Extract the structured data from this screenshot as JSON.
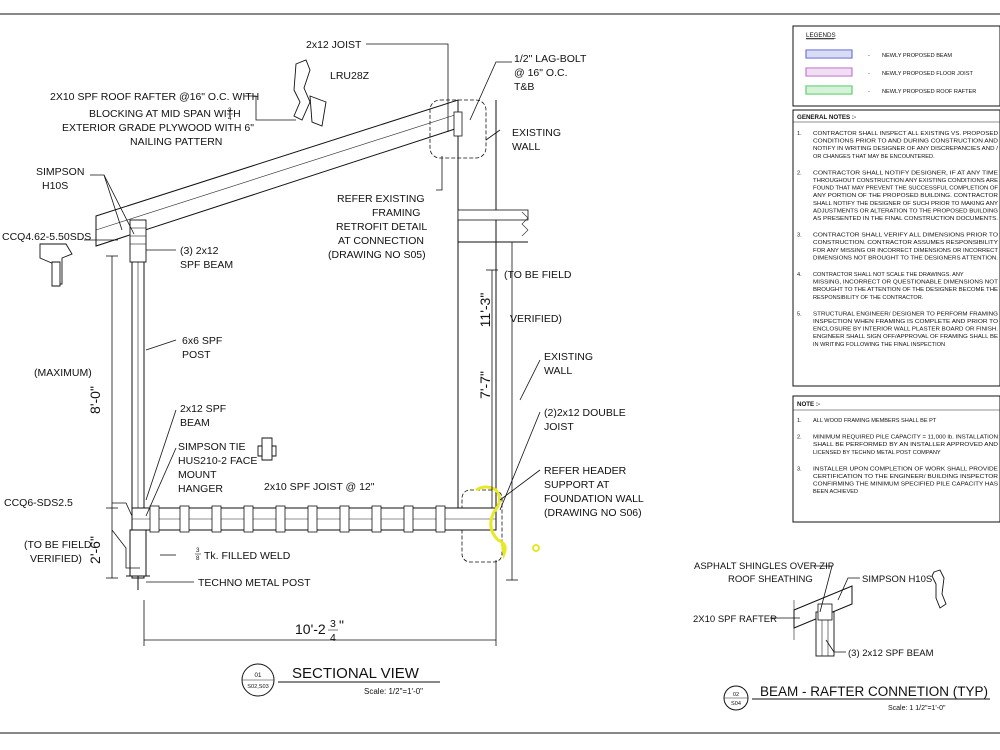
{
  "legend": {
    "title": "LEGENDS",
    "items": [
      {
        "label": "NEWLY PROPOSED BEAM",
        "color": "#6f74d8"
      },
      {
        "label": "NEWLY PROPOSED FLOOR JOIST",
        "color": "#c47ad0"
      },
      {
        "label": "NEWLY PROPOSED ROOF RAFTER",
        "color": "#5fcf6a"
      }
    ],
    "dash": "-"
  },
  "general_notes": {
    "title": "GENERAL NOTES :-",
    "items": [
      {
        "num": "1.",
        "lines": [
          "CONTRACTOR SHALL INSPECT ALL EXISTING VS. PROPOSED",
          "CONDITIONS PRIOR TO AND DURING CONSTRUCTION AND",
          "NOTIFY IN WRITING DESIGNER OF ANY DISCREPANCIES AND /",
          "OR CHANGES THAT MAY BE ENCOUNTERED."
        ]
      },
      {
        "num": "2.",
        "lines": [
          "CONTRACTOR SHALL NOTIFY DESIGNER, IF AT ANY TIME",
          "THROUGHOUT CONSTRUCTION ANY EXISTING CONDITIONS ARE",
          "FOUND THAT MAY PREVENT THE SUCCESSFUL COMPLETION OF",
          "ANY PORTION OF THE PROPOSED BUILDING. CONTRACTOR",
          "SHALL NOTIFY THE DESIGNER OF SUCH PRIOR TO MAKING ANY",
          "ADJUSTMENTS OR ALTERATION TO THE PROPOSED BUILDING",
          "AS PRESENTED IN THE FINAL CONSTRUCTION DOCUMENTS."
        ]
      },
      {
        "num": "3.",
        "lines": [
          "CONTRACTOR SHALL VERIFY ALL DIMENSIONS PRIOR TO",
          "CONSTRUCTION. CONTRACTOR ASSUMES RESPONSIBILITY",
          "FOR ANY MISSING OR INCORRECT DIMENSIONS OR INCORRECT",
          "DIMENSIONS NOT BROUGHT TO THE DESIGNERS ATTENTION."
        ]
      },
      {
        "num": "4.",
        "lines": [
          "CONTRACTOR SHALL NOT SCALE THE DRAWINGS. ANY",
          "MISSING, INCORRECT OR QUESTIONABLE DIMENSIONS NOT",
          "BROUGHT TO THE ATTENTION OF THE DESIGNER BECOME THE",
          "RESPONSIBILITY OF THE CONTRACTOR."
        ]
      },
      {
        "num": "5.",
        "lines": [
          "STRUCTURAL ENGINEER/ DESIGNER TO PERFORM FRAMING",
          "INSPECTION WHEN FRAMING IS COMPLETE AND PRIOR TO",
          "ENCLOSURE BY INTERIOR WALL PLASTER BOARD OR FINISH.",
          "ENGINEER SHALL SIGN OFF/APPROVAL OF FRAMING SHALL BE",
          "IN WRITING FOLLOWING THE FINAL INSPECTION"
        ]
      }
    ]
  },
  "note": {
    "title": "NOTE :-",
    "items": [
      {
        "num": "1.",
        "lines": [
          "ALL WOOD FRAMING MEMBERS SHALL BE PT"
        ]
      },
      {
        "num": "2.",
        "lines": [
          "MINIMUM REQUIRED PILE CAPACITY = 11,000 lb. INSTALLATION",
          "SHALL BE PERFORMED BY AN INSTALLER APPROVED AND",
          "LICENSED BY TECHNO METAL POST COMPANY"
        ]
      },
      {
        "num": "3.",
        "lines": [
          "INSTALLER UPON COMPLETION OF WORK SHALL PROVIDE",
          "CERTIFICATION TO THE ENGINEER/ BUILDING INSPECTOR",
          "CONFIRMING THE MINIMUM SPECIFIED PILE CAPACITY HAS",
          "BEEN ACHIEVED"
        ]
      }
    ]
  },
  "section": {
    "labels": {
      "joist_2x12": "2x12 JOIST",
      "lru28z": "LRU28Z",
      "lag_bolt": [
        "1/2\" LAG-BOLT",
        "@ 16\" O.C.",
        "T&B"
      ],
      "rafter": [
        "2X10 SPF ROOF RAFTER @16\" O.C. WITH",
        "BLOCKING AT MID SPAN WITH",
        "EXTERIOR GRADE PLYWOOD WITH 6\"",
        "NAILING PATTERN"
      ],
      "rafter_fraction": {
        "num": "3",
        "den": "4"
      },
      "existing_wall_top": [
        "EXISTING",
        "WALL"
      ],
      "simpson_h10s": [
        "SIMPSON",
        "H10S"
      ],
      "refer_existing": [
        "REFER EXISTING",
        "FRAMING",
        "RETROFIT DETAIL",
        "AT CONNECTION",
        "(DRAWING NO S05)"
      ],
      "ccq_top": "CCQ4.62-5.50SDS",
      "spf_beam": [
        "(3) 2x12",
        "SPF BEAM"
      ],
      "field_verified_right": [
        "(TO BE FIELD",
        "VERIFIED)"
      ],
      "post_6x6": [
        "6x6 SPF",
        "POST"
      ],
      "maximum": "(MAXIMUM)",
      "existing_wall_mid": [
        "EXISTING",
        "WALL"
      ],
      "beam_2x12": [
        "2x12 SPF",
        "BEAM"
      ],
      "double_joist": [
        "(2)2x12 DOUBLE",
        "JOIST"
      ],
      "simpson_tie": [
        "SIMPSON TIE",
        "HUS210-2 FACE",
        "MOUNT",
        "HANGER"
      ],
      "refer_header": [
        "REFER HEADER",
        "SUPPORT AT",
        "FOUNDATION WALL",
        "(DRAWING NO S06)"
      ],
      "joist_spf": "2x10 SPF JOIST @ 12\"",
      "ccq_bottom": "CCQ6-SDS2.5",
      "field_verified_left": [
        "(TO BE FIELD",
        "VERIFIED)"
      ],
      "filled_weld": "Tk. FILLED WELD",
      "weld_fraction": {
        "num": "3",
        "den": "8"
      },
      "techno_post": "TECHNO METAL POST"
    },
    "dims": {
      "height_8": "8'-0\"",
      "height_11": "11'-3\"",
      "height_7": "7'-7\"",
      "height_2": "2'-6\"",
      "width": "10'-2",
      "width_fraction": {
        "num": "3",
        "den": "4"
      },
      "width_tail": "\""
    },
    "title_block": {
      "number": "01",
      "sheets": "S02,S03",
      "title": "SECTIONAL VIEW",
      "scale": "Scale: 1/2\"=1'-0\""
    }
  },
  "detail": {
    "labels": {
      "shingles": [
        "ASPHALT SHINGLES OVER ZIP",
        "ROOF SHEATHING"
      ],
      "simpson": "SIMPSON H10S",
      "rafter": "2X10 SPF RAFTER",
      "beam": "(3) 2x12 SPF BEAM"
    },
    "title_block": {
      "number": "02",
      "sheet": "S04",
      "title": "BEAM - RAFTER CONNETION (TYP)",
      "scale": "Scale: 1 1/2\"=1'-0\""
    }
  }
}
